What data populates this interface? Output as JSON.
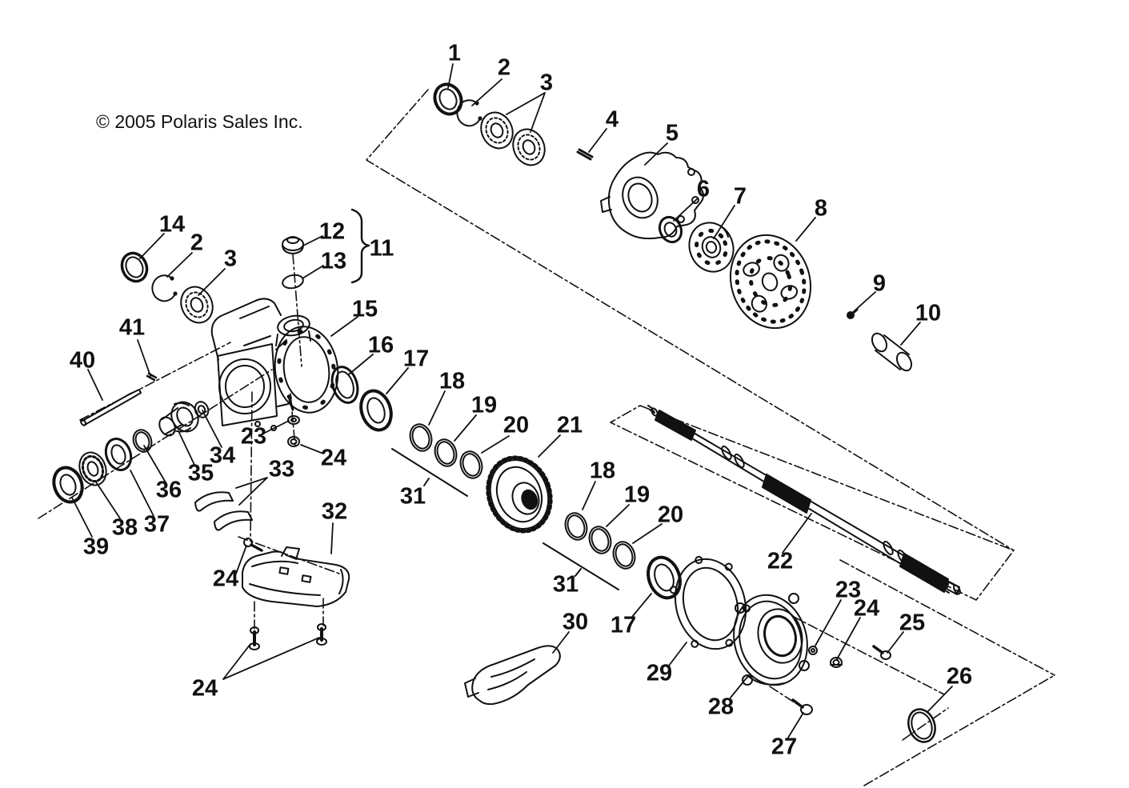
{
  "copyright": {
    "text": "© 2005 Polaris Sales Inc."
  },
  "colors": {
    "line": "#111111",
    "background": "#ffffff"
  },
  "callouts": [
    {
      "label": "1"
    },
    {
      "label": "2"
    },
    {
      "label": "3"
    },
    {
      "label": "4"
    },
    {
      "label": "5"
    },
    {
      "label": "6"
    },
    {
      "label": "7"
    },
    {
      "label": "8"
    },
    {
      "label": "9"
    },
    {
      "label": "10"
    },
    {
      "label": "11"
    },
    {
      "label": "12"
    },
    {
      "label": "13"
    },
    {
      "label": "14"
    },
    {
      "label": "2"
    },
    {
      "label": "3"
    },
    {
      "label": "15"
    },
    {
      "label": "16"
    },
    {
      "label": "17"
    },
    {
      "label": "18"
    },
    {
      "label": "19"
    },
    {
      "label": "20"
    },
    {
      "label": "21"
    },
    {
      "label": "31"
    },
    {
      "label": "41"
    },
    {
      "label": "40"
    },
    {
      "label": "39"
    },
    {
      "label": "38"
    },
    {
      "label": "37"
    },
    {
      "label": "36"
    },
    {
      "label": "35"
    },
    {
      "label": "34"
    },
    {
      "label": "33"
    },
    {
      "label": "23"
    },
    {
      "label": "24"
    },
    {
      "label": "32"
    },
    {
      "label": "24"
    },
    {
      "label": "24"
    },
    {
      "label": "22"
    },
    {
      "label": "18"
    },
    {
      "label": "19"
    },
    {
      "label": "20"
    },
    {
      "label": "31"
    },
    {
      "label": "30"
    },
    {
      "label": "17"
    },
    {
      "label": "29"
    },
    {
      "label": "28"
    },
    {
      "label": "23"
    },
    {
      "label": "24"
    },
    {
      "label": "25"
    },
    {
      "label": "26"
    },
    {
      "label": "27"
    }
  ]
}
